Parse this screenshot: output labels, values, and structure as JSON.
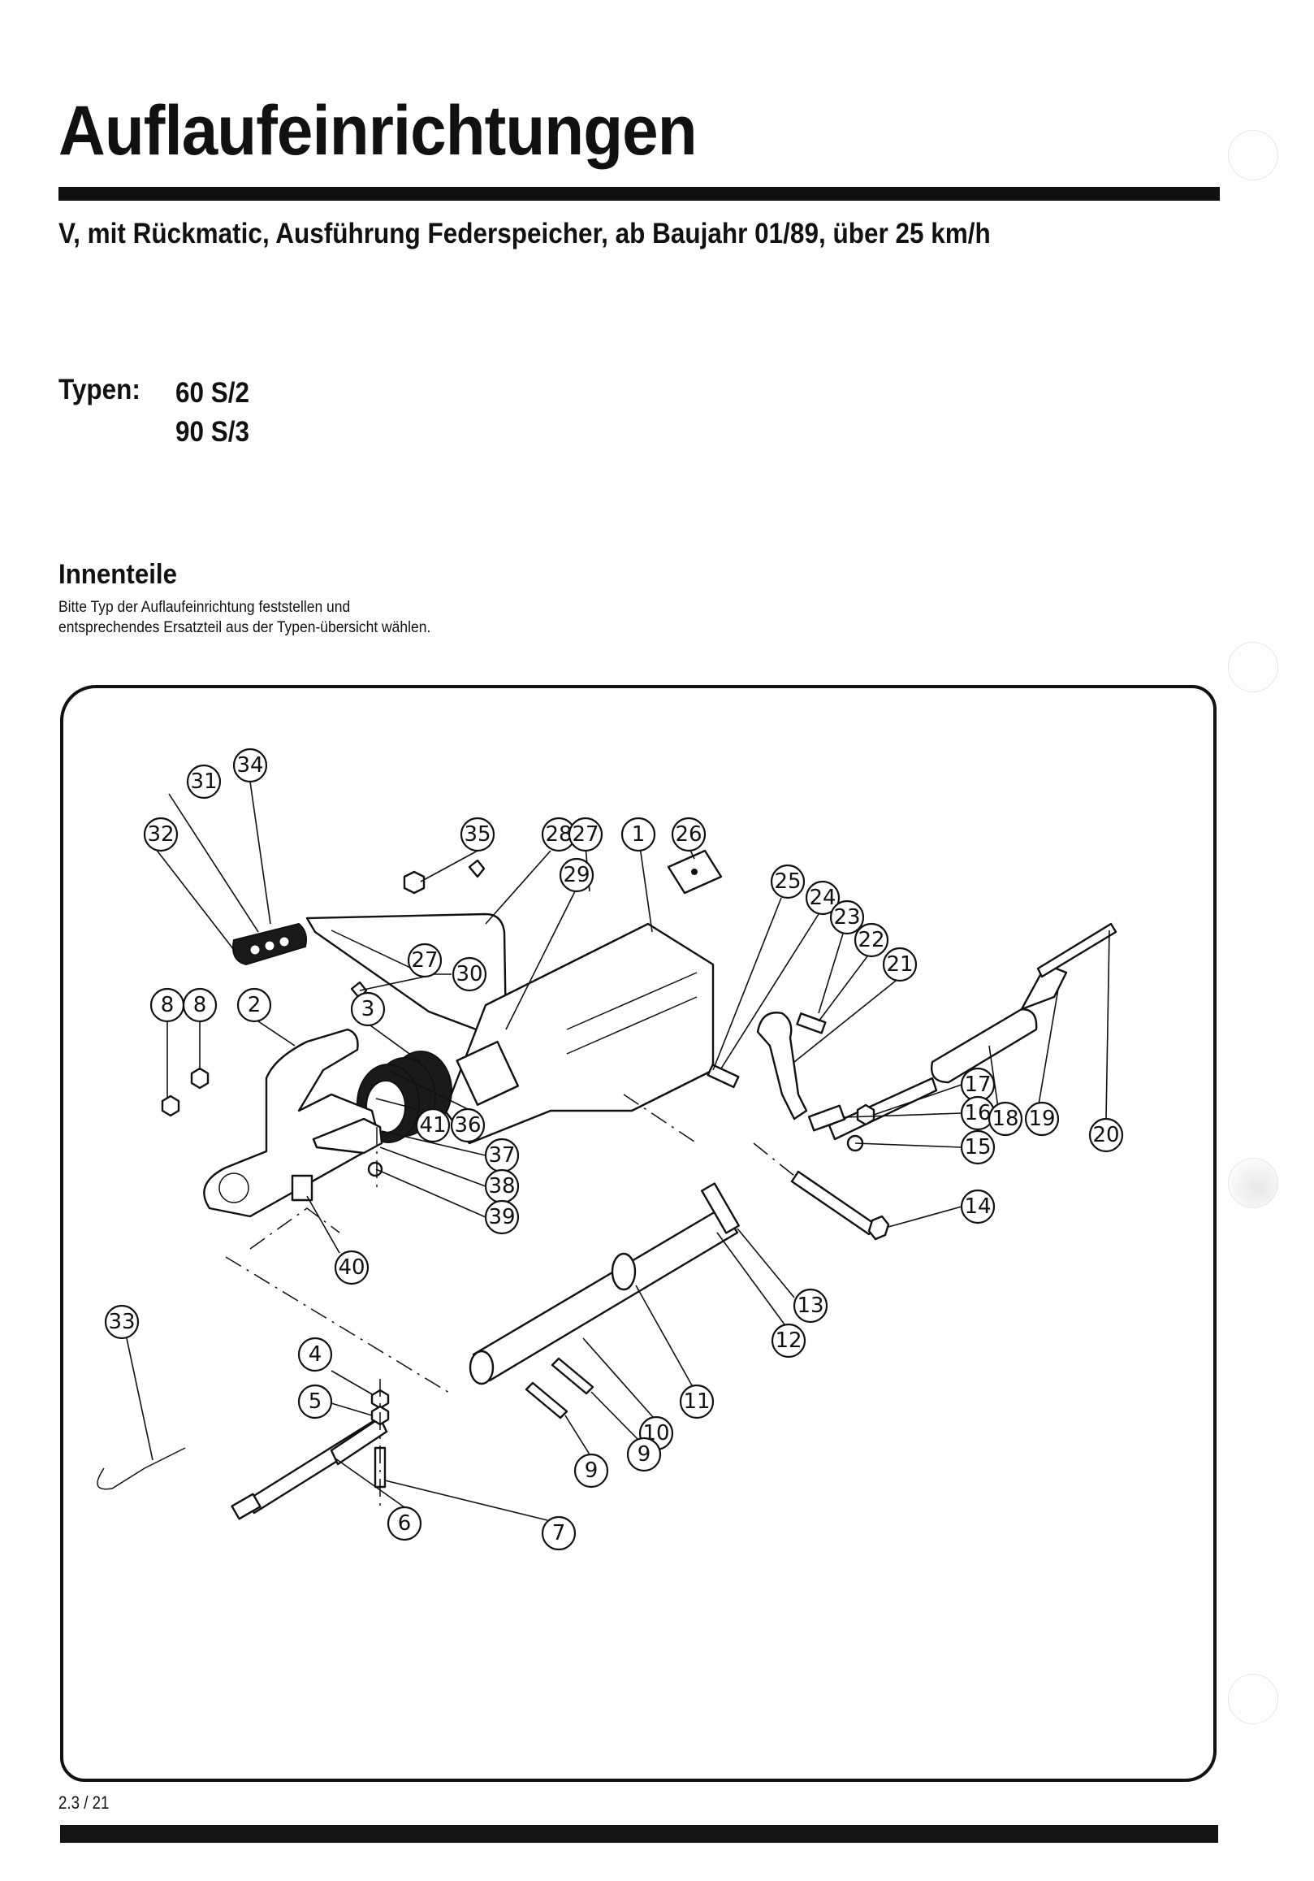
{
  "header": {
    "title": "Auflaufeinrichtungen",
    "subtitle": "V, mit Rückmatic, Ausführung Federspeicher, ab Baujahr 01/89, über 25 km/h"
  },
  "types": {
    "label": "Typen:",
    "items": [
      "60 S/2",
      "90 S/3"
    ]
  },
  "section": {
    "title": "Innenteile",
    "text": "Bitte Typ der Auflaufeinrichtung feststellen und entsprechendes Ersatzteil aus der Typen-übersicht wählen."
  },
  "diagram": {
    "callouts": [
      "34",
      "31",
      "32",
      "35",
      "28",
      "27",
      "1",
      "26",
      "29",
      "30",
      "27",
      "3",
      "8",
      "8",
      "2",
      "25",
      "24",
      "23",
      "22",
      "21",
      "17",
      "16",
      "18",
      "19",
      "20",
      "15",
      "14",
      "41",
      "36",
      "37",
      "38",
      "39",
      "40",
      "13",
      "12",
      "11",
      "33",
      "4",
      "5",
      "10",
      "9",
      "9",
      "6",
      "7"
    ]
  },
  "footer": {
    "page_number": "2.3 / 21"
  }
}
